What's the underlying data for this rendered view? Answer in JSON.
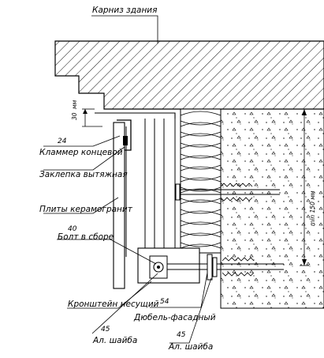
{
  "labels": {
    "cornice": "Карниз здания",
    "dim_30": "30",
    "dim_30_unit": "мм",
    "n24": "24",
    "clamp": "Кламмер концевой",
    "rivet": "Заклепка вытяжная",
    "plates": "Плиты керамогранит",
    "n40": "40",
    "bolt": "Болт в сборе",
    "bracket": "Кронштейн несущий",
    "n54": "54",
    "dowel": "Дюбель-фасадный",
    "n45a": "45",
    "washer_a": "Ал. шайба",
    "n45b": "45",
    "washer_b": "Ал. шайба",
    "min150": "min 150 мм"
  }
}
